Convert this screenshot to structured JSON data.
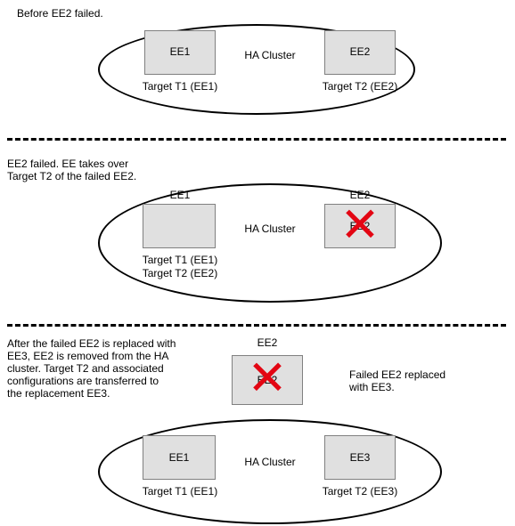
{
  "panel1": {
    "caption": "Before EE2 failed.",
    "cluster_label": "HA Cluster",
    "box_left": "EE1",
    "box_right": "EE2",
    "target_left": "Target T1 (EE1)",
    "target_right": "Target T2 (EE2)"
  },
  "panel2": {
    "caption_line1": "EE2 failed. EE takes over",
    "caption_line2": "Target T2 of the failed EE2.",
    "header_left": "EE1",
    "header_right": "EE2",
    "cluster_label": "HA Cluster",
    "box_right_text": "EE2",
    "target_line1": "Target T1 (EE1)",
    "target_line2": "Target T2 (EE2)"
  },
  "panel3": {
    "caption_lines": [
      "After the failed EE2 is replaced with",
      "EE3, EE2 is removed from the HA",
      "cluster. Target T2 and associated",
      "configurations are transferred to",
      "the replacement EE3."
    ],
    "failed_header": "EE2",
    "failed_box_text": "EE2",
    "note_line1": "Failed EE2 replaced",
    "note_line2": "with EE3.",
    "cluster_label": "HA Cluster",
    "box_left": "EE1",
    "box_right": "EE3",
    "target_left": "Target T1 (EE1)",
    "target_right": "Target T2 (EE3)"
  },
  "colors": {
    "box_fill": "#e0e0e0",
    "box_border": "#808080",
    "failure_x": "#e30613"
  },
  "icons": {
    "failure_mark": "red-x-icon"
  }
}
